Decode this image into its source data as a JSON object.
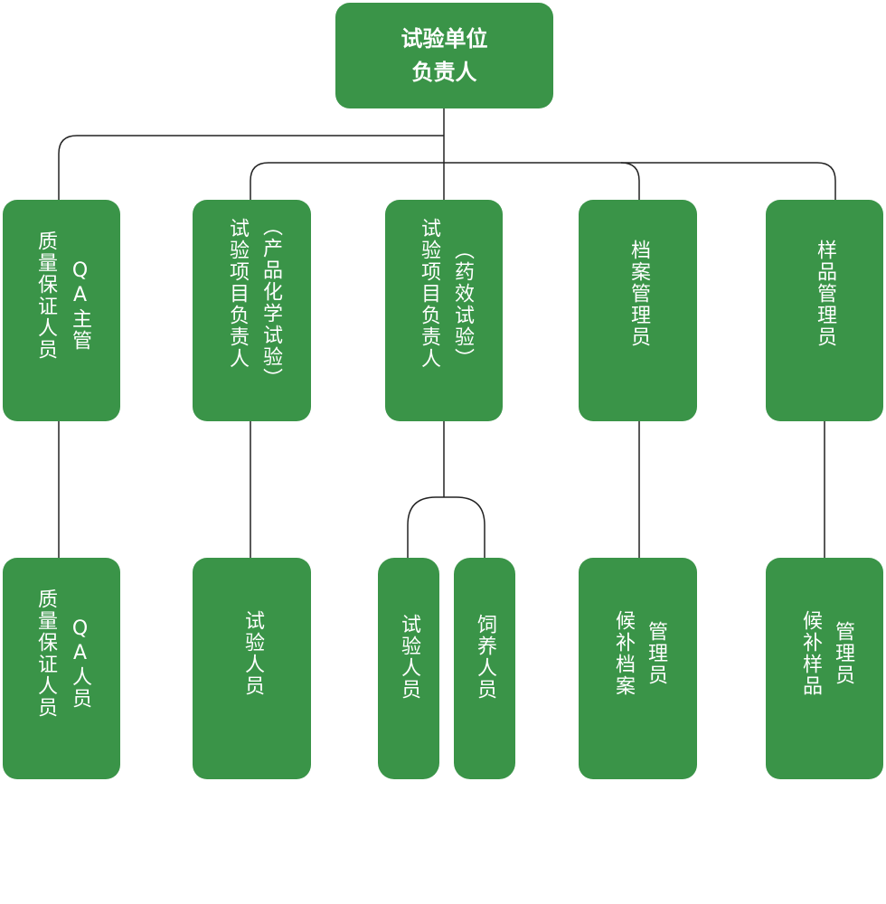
{
  "colors": {
    "box_fill": "#3a9448",
    "line": "#222222",
    "text": "#ffffff"
  },
  "root": {
    "line1": "试验单位",
    "line2": "负责人"
  },
  "level1": {
    "qa_head": {
      "col1": "质量保证人员",
      "col2": "QA主管"
    },
    "chem_lead": {
      "col1": "试验项目负责人",
      "col2": "（产品化学试验）"
    },
    "efficacy_lead": {
      "col1": "试验项目负责人",
      "col2": "（药效试验）"
    },
    "archive_admin": {
      "col1": "档案管理员"
    },
    "sample_admin": {
      "col1": "样品管理员"
    }
  },
  "level2": {
    "qa_staff": {
      "col1": "质量保证人员",
      "col2": "QA人员"
    },
    "test_staff": {
      "col1": "试验人员"
    },
    "efficacy_test_staff": {
      "col1": "试验人员"
    },
    "feeding_staff": {
      "col1": "饲养人员"
    },
    "archive_backup": {
      "col1": "候补档案",
      "col2": "管理员"
    },
    "sample_backup": {
      "col1": "候补样品",
      "col2": "管理员"
    }
  }
}
